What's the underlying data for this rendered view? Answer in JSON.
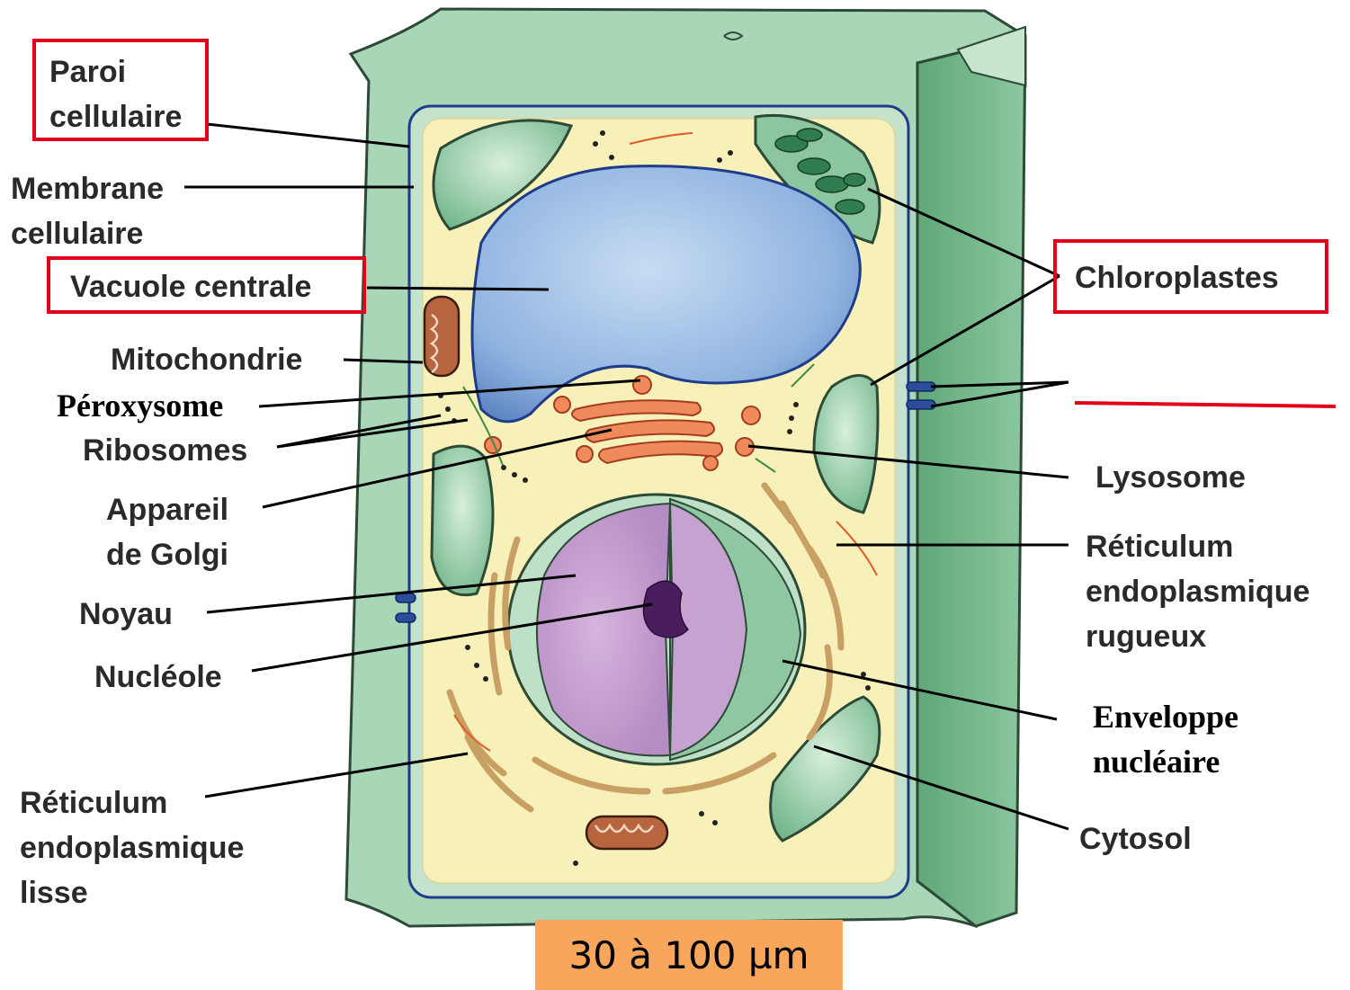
{
  "labels": {
    "paroi": "Paroi\ncellulaire",
    "membrane": "Membrane\ncellulaire",
    "vacuole": "Vacuole centrale",
    "mitochondrie": "Mitochondrie",
    "peroxysome": "Péroxysome",
    "ribosomes": "Ribosomes",
    "golgi": "Appareil\nde Golgi",
    "noyau": "Noyau",
    "nucleole": "Nucléole",
    "rel": "Réticulum\nendoplasmique\nlisse",
    "chloroplastes": "Chloroplastes",
    "lysosome": "Lysosome",
    "reg": "Réticulum\nendoplasmique\nrugueux",
    "enveloppe": "Enveloppe\nnucléaire",
    "cytosol": "Cytosol"
  },
  "scale": "30 à 100 µm",
  "colors": {
    "highlight_box": "#e3001b",
    "cell_wall": "#9ed0ad",
    "cytosol": "#f7f0b8",
    "vacuole": "#9fc0e8",
    "nucleus": "#c9a0d2",
    "organelle_orange": "#f08a5d",
    "scale_bg": "#f7a65b"
  }
}
